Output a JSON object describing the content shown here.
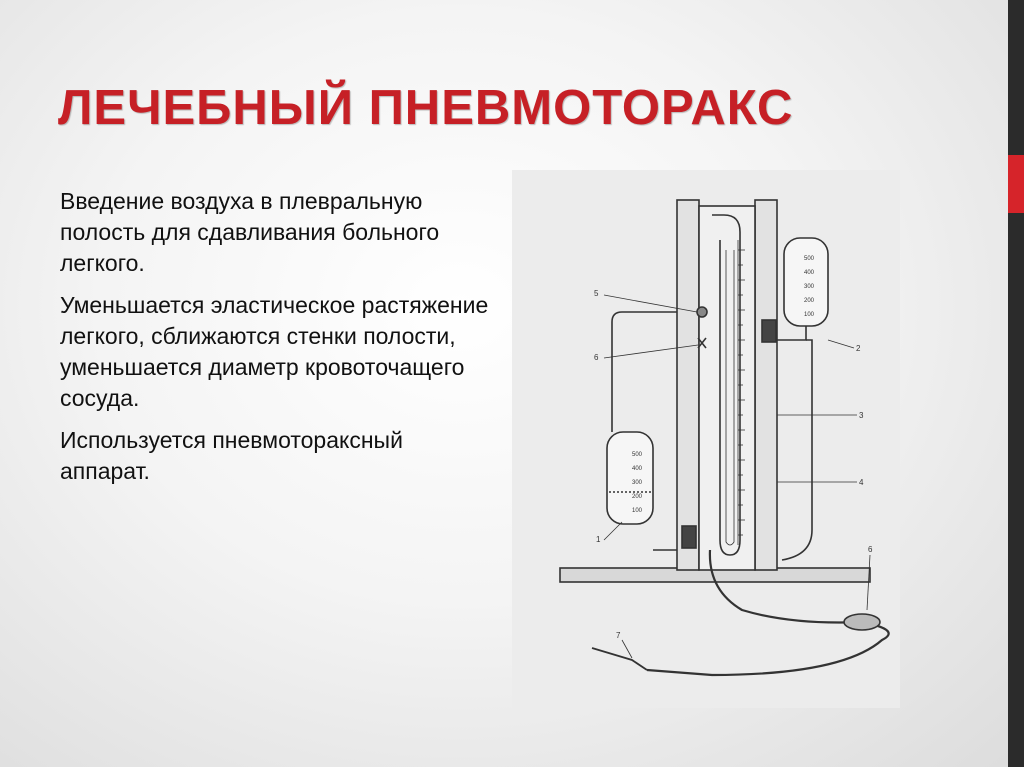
{
  "slide": {
    "title": "ЛЕЧЕБНЫЙ ПНЕВМОТОРАКС",
    "paragraphs": [
      "Введение воздуха в плевральную полость для сдавливания больного легкого.",
      " Уменьшается эластическое растяжение легкого, сближаются стенки полости, уменьшается диаметр кровоточащего сосуда.",
      "Используется пневмотораксный аппарат."
    ]
  },
  "figure": {
    "icon": "pneumothorax-apparatus-diagram",
    "callouts": [
      "1",
      "2",
      "3",
      "4",
      "5",
      "6",
      "6",
      "7"
    ],
    "upper_vessel_scale": [
      "500",
      "400",
      "300",
      "200",
      "100"
    ],
    "lower_vessel_scale": [
      "500",
      "400",
      "300",
      "200",
      "100"
    ]
  },
  "theme": {
    "accent_red": "#c62026",
    "bar_dark": "#2b2b2b"
  }
}
